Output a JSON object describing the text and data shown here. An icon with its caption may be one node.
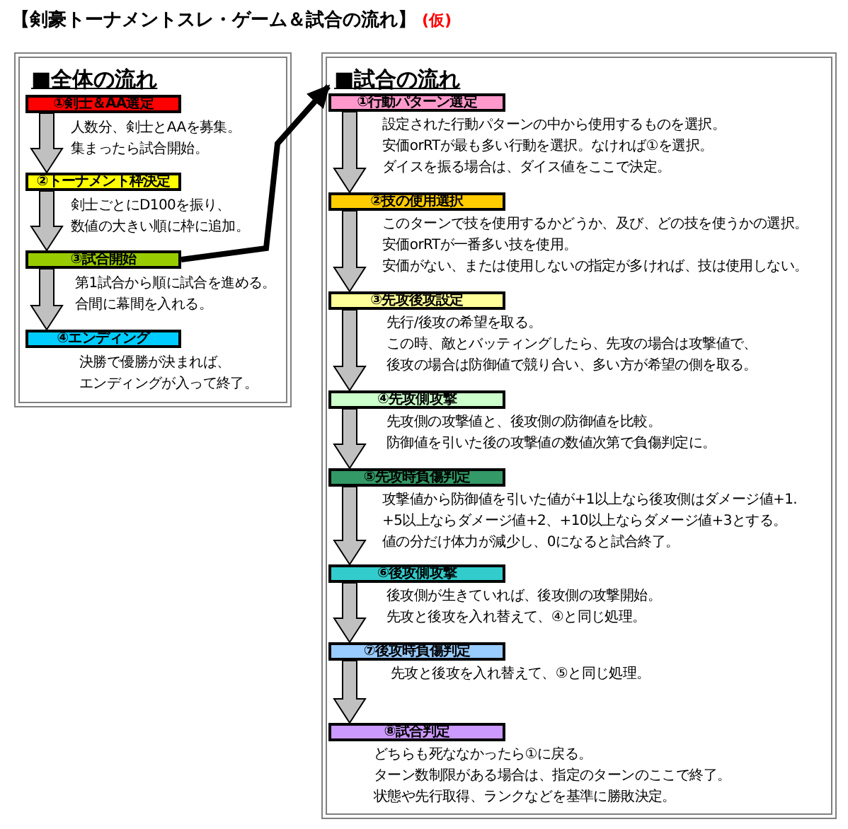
{
  "diagram": {
    "title": "【剣豪トーナメントスレ・ゲーム＆試合の流れ】",
    "labels": [
      "(仮)"
    ],
    "nodes": [
      {
        "text": [
          "■全体の流れ"
        ]
      },
      {
        "text": [
          "①剣士＆AA選定"
        ],
        "in": 0,
        "beside": [
          "人数分、剣士とAAを募集。",
          "集まったら試合開始。"
        ]
      },
      {
        "text": [
          "②トーナメント枠決定"
        ],
        "in": 0,
        "beside": [
          "剣士ごとにD100を振り、",
          "数値の大きい順に枠に追加。"
        ]
      },
      {
        "text": [
          "③試合開始"
        ],
        "in": 0,
        "beside": [
          "第1試合から順に試合を進める。",
          "合間に幕間を入れる。"
        ]
      },
      {
        "text": [
          "④エンディング"
        ],
        "in": 0,
        "beside": [
          "決勝で優勝が決まれば、",
          "エンディングが入って終了。"
        ]
      },
      {
        "text": [
          "■試合の流れ"
        ]
      },
      {
        "text": [
          "①行動パターン選定"
        ],
        "in": 5,
        "beside": [
          "設定された行動パターンの中から使用するものを選択。",
          "安価orRTが最も多い行動を選択。なければ①を選択。",
          "ダイスを振る場合は、ダイス値をここで決定。"
        ]
      },
      {
        "text": [
          "②技の使用選択"
        ],
        "in": 5,
        "beside": [
          "このターンで技を使用するかどうか、及び、どの技を使うかの選択。",
          "安価orRTが一番多い技を使用。",
          "安価がない、または使用しないの指定が多ければ、技は使用しない。"
        ]
      },
      {
        "text": [
          "③先攻後攻設定"
        ],
        "in": 5,
        "beside": [
          "先行/後攻の希望を取る。",
          "この時、敵とバッティングしたら、先攻の場合は攻撃値で、",
          "後攻の場合は防御値で競り合い、多い方が希望の側を取る。"
        ]
      },
      {
        "text": [
          "④先攻側攻撃"
        ],
        "in": 5,
        "beside": [
          "先攻側の攻撃値と、後攻側の防御値を比較。",
          "防御値を引いた後の攻撃値の数値次第で負傷判定に。"
        ]
      },
      {
        "text": [
          "⑤先攻時負傷判定"
        ],
        "in": 5,
        "beside": [
          "攻撃値から防御値を引いた値が+1以上なら後攻側はダメージ値+1.",
          "+5以上ならダメージ値+2、+10以上ならダメージ値+3とする。",
          "値の分だけ体力が減少し、0になると試合終了。"
        ]
      },
      {
        "text": [
          "⑥後攻側攻撃"
        ],
        "in": 5,
        "beside": [
          "後攻側が生きていれば、後攻側の攻撃開始。",
          "先攻と後攻を入れ替えて、④と同じ処理。"
        ]
      },
      {
        "text": [
          "⑦後攻時負傷判定"
        ],
        "in": 5,
        "beside": [
          "先攻と後攻を入れ替えて、⑤と同じ処理。"
        ]
      },
      {
        "text": [
          "⑧試合判定"
        ],
        "in": 5,
        "beside": [
          "どちらも死ななかったら①に戻る。",
          "ターン数制限がある場合は、指定のターンのここで終了。",
          "状態や先行取得、ランクなどを基準に勝敗決定。"
        ]
      }
    ],
    "edges": [
      {
        "from": 1,
        "to": 2,
        "arrow": "to"
      },
      {
        "from": 2,
        "to": 3,
        "arrow": "to"
      },
      {
        "from": 3,
        "to": 4,
        "arrow": "to"
      },
      {
        "from": 3,
        "to": 5,
        "arrow": "to"
      },
      {
        "from": 6,
        "to": 7,
        "arrow": "to"
      },
      {
        "from": 7,
        "to": 8,
        "arrow": "to"
      },
      {
        "from": 8,
        "to": 9,
        "arrow": "to"
      },
      {
        "from": 9,
        "to": 10,
        "arrow": "to"
      },
      {
        "from": 10,
        "to": 11,
        "arrow": "to"
      },
      {
        "from": 11,
        "to": 12,
        "arrow": "to"
      },
      {
        "from": 12,
        "to": 13,
        "arrow": "to"
      }
    ]
  }
}
